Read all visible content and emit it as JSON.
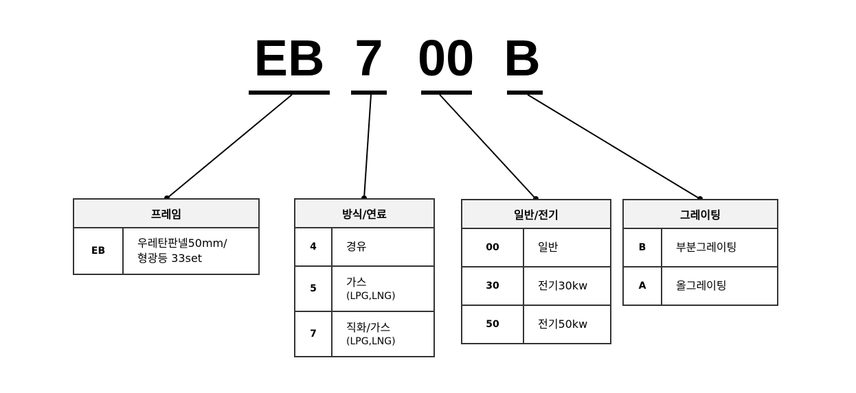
{
  "code": {
    "parts": [
      "EB",
      "7",
      "00",
      "B"
    ]
  },
  "boxes": [
    {
      "title": "프레임",
      "rows": [
        {
          "key": "EB",
          "value": "우레탄판넬50mm/",
          "sub": "형광등 33set"
        }
      ]
    },
    {
      "title": "방식/연료",
      "rows": [
        {
          "key": "4",
          "value": "경유",
          "sub": ""
        },
        {
          "key": "5",
          "value": "가스",
          "sub": "(LPG,LNG)"
        },
        {
          "key": "7",
          "value": "직화/가스",
          "sub": "(LPG,LNG)"
        }
      ]
    },
    {
      "title": "일반/전기",
      "rows": [
        {
          "key": "00",
          "value": "일반",
          "sub": ""
        },
        {
          "key": "30",
          "value": "전기30kw",
          "sub": ""
        },
        {
          "key": "50",
          "value": "전기50kw",
          "sub": ""
        }
      ]
    },
    {
      "title": "그레이팅",
      "rows": [
        {
          "key": "B",
          "value": "부분그레이팅",
          "sub": ""
        },
        {
          "key": "A",
          "value": "올그레이팅",
          "sub": ""
        }
      ]
    }
  ]
}
